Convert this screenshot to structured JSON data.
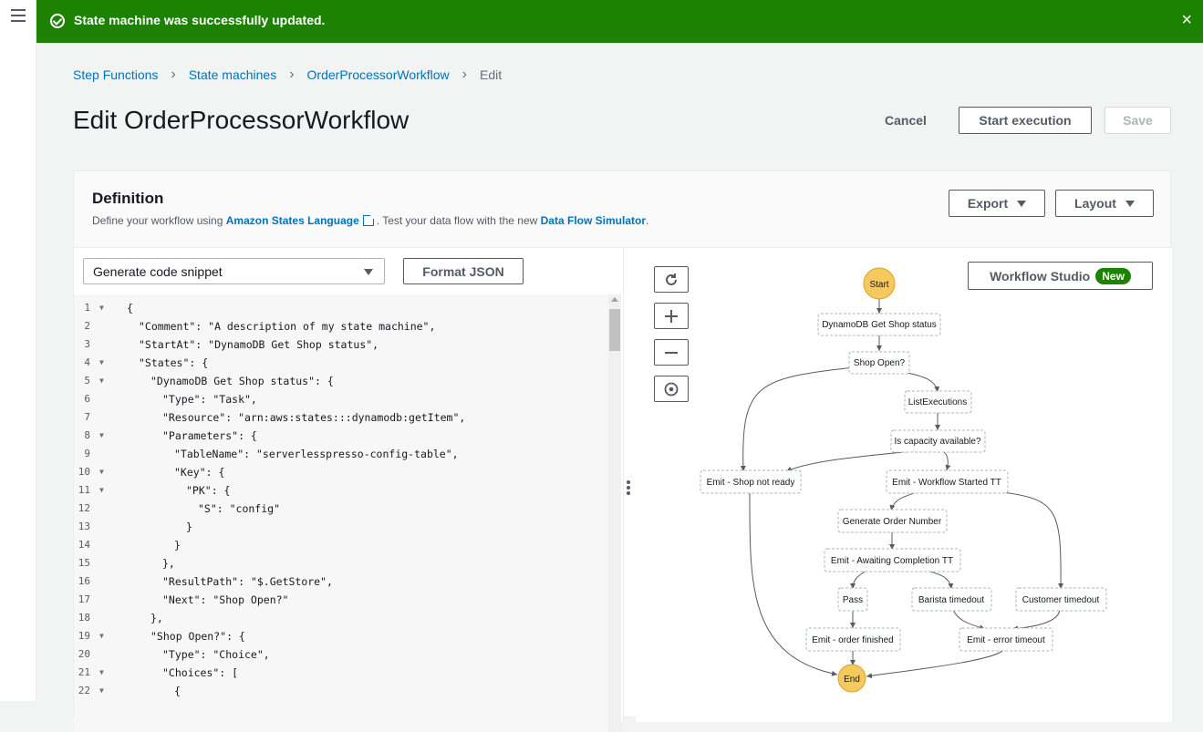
{
  "flash": {
    "message": "State machine was successfully updated.",
    "close_icon": "×"
  },
  "breadcrumb": [
    {
      "label": "Step Functions"
    },
    {
      "label": "State machines"
    },
    {
      "label": "OrderProcessorWorkflow"
    },
    {
      "label": "Edit"
    }
  ],
  "header": {
    "title": "Edit OrderProcessorWorkflow",
    "cancel_label": "Cancel",
    "start_label": "Start execution",
    "save_label": "Save"
  },
  "definition": {
    "title": "Definition",
    "desc_prefix": "Define your workflow using ",
    "asl_link": "Amazon States Language",
    "desc_mid": ". Test your data flow with the new ",
    "dfs_link": "Data Flow Simulator",
    "desc_suffix": ".",
    "export_label": "Export",
    "layout_label": "Layout"
  },
  "editor": {
    "snippet_select": "Generate code snippet",
    "format_label": "Format JSON",
    "lines": [
      {
        "n": "1",
        "fold": true,
        "indent": 0,
        "text": "{"
      },
      {
        "n": "2",
        "fold": false,
        "indent": 1,
        "text": "\"Comment\": \"A description of my state machine\","
      },
      {
        "n": "3",
        "fold": false,
        "indent": 1,
        "text": "\"StartAt\": \"DynamoDB Get Shop status\","
      },
      {
        "n": "4",
        "fold": true,
        "indent": 1,
        "text": "\"States\": {"
      },
      {
        "n": "5",
        "fold": true,
        "indent": 2,
        "text": "\"DynamoDB Get Shop status\": {"
      },
      {
        "n": "6",
        "fold": false,
        "indent": 3,
        "text": "\"Type\": \"Task\","
      },
      {
        "n": "7",
        "fold": false,
        "indent": 3,
        "text": "\"Resource\": \"arn:aws:states:::dynamodb:getItem\","
      },
      {
        "n": "8",
        "fold": true,
        "indent": 3,
        "text": "\"Parameters\": {"
      },
      {
        "n": "9",
        "fold": false,
        "indent": 4,
        "text": "\"TableName\": \"serverlesspresso-config-table\","
      },
      {
        "n": "10",
        "fold": true,
        "indent": 4,
        "text": "\"Key\": {"
      },
      {
        "n": "11",
        "fold": true,
        "indent": 5,
        "text": "\"PK\": {"
      },
      {
        "n": "12",
        "fold": false,
        "indent": 6,
        "text": "\"S\": \"config\""
      },
      {
        "n": "13",
        "fold": false,
        "indent": 5,
        "text": "}"
      },
      {
        "n": "14",
        "fold": false,
        "indent": 4,
        "text": "}"
      },
      {
        "n": "15",
        "fold": false,
        "indent": 3,
        "text": "},"
      },
      {
        "n": "16",
        "fold": false,
        "indent": 3,
        "text": "\"ResultPath\": \"$.GetStore\","
      },
      {
        "n": "17",
        "fold": false,
        "indent": 3,
        "text": "\"Next\": \"Shop Open?\""
      },
      {
        "n": "18",
        "fold": false,
        "indent": 2,
        "text": "},"
      },
      {
        "n": "19",
        "fold": true,
        "indent": 2,
        "text": "\"Shop Open?\": {"
      },
      {
        "n": "20",
        "fold": false,
        "indent": 3,
        "text": "\"Type\": \"Choice\","
      },
      {
        "n": "21",
        "fold": true,
        "indent": 3,
        "text": "\"Choices\": ["
      },
      {
        "n": "22",
        "fold": true,
        "indent": 4,
        "text": "{"
      }
    ]
  },
  "graph": {
    "workflow_studio_label": "Workflow Studio",
    "new_badge": "New",
    "zoom_controls": [
      "refresh-icon",
      "zoom-in-icon",
      "zoom-out-icon",
      "center-icon"
    ],
    "nodes": {
      "start": "Start",
      "get_status": "DynamoDB Get Shop status",
      "shop_open": "Shop Open?",
      "list_exec": "ListExecutions",
      "capacity": "Is capacity available?",
      "not_ready": "Emit - Shop not ready",
      "wf_started": "Emit - Workflow Started TT",
      "gen_order": "Generate Order Number",
      "awaiting": "Emit - Awaiting Completion TT",
      "pass": "Pass",
      "barista": "Barista timedout",
      "customer": "Customer timedout",
      "finished": "Emit - order finished",
      "error": "Emit - error timeout",
      "end": "End"
    },
    "colors": {
      "terminal_fill": "#f6c95f",
      "terminal_stroke": "#d9a02b",
      "node_stroke": "#aab7b8",
      "edge": "#545b64"
    }
  },
  "theme": {
    "success": "#1d8102",
    "link": "#0073bb"
  }
}
